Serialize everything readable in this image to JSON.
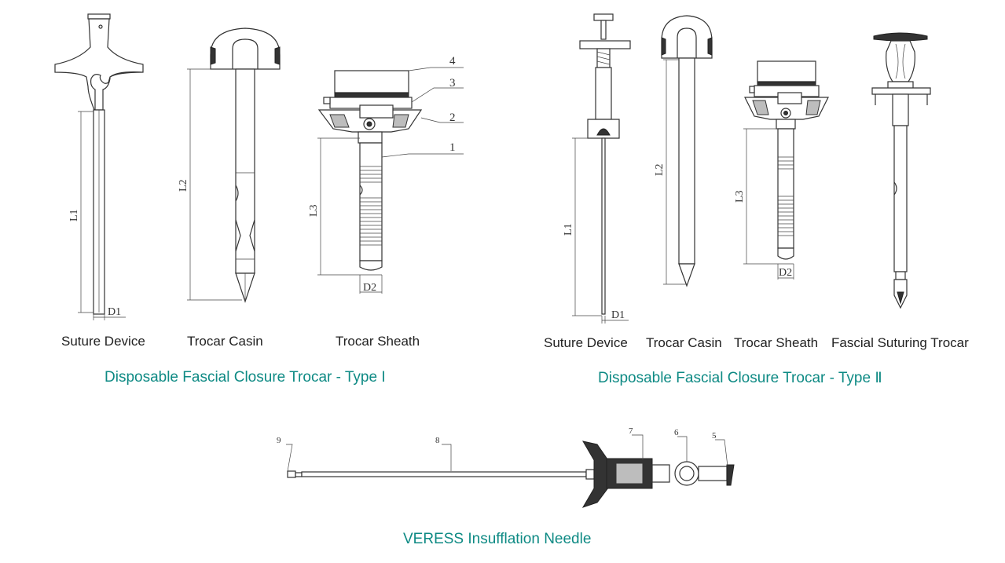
{
  "groups": [
    {
      "title": "Disposable Fascial Closure Trocar - Type I",
      "items": [
        "Suture Device",
        "Trocar Casin",
        "Trocar Sheath"
      ]
    },
    {
      "title": "Disposable Fascial Closure Trocar - Type Ⅱ",
      "items": [
        "Suture Device",
        "Trocar Casin",
        "Trocar Sheath",
        "Fascial Suturing Trocar"
      ]
    },
    {
      "title": "VERESS Insufflation Needle",
      "items": []
    }
  ],
  "dimensions": {
    "type1": [
      "L1",
      "D1",
      "L2",
      "L3",
      "D2"
    ],
    "type2": [
      "L1",
      "D1",
      "L2",
      "L3",
      "D2"
    ]
  },
  "callouts": {
    "sheath": [
      "4",
      "3",
      "2",
      "1"
    ],
    "veress": [
      "9",
      "8",
      "7",
      "6",
      "5"
    ]
  },
  "colors": {
    "title": "#0e8a84",
    "line": "#333333"
  }
}
